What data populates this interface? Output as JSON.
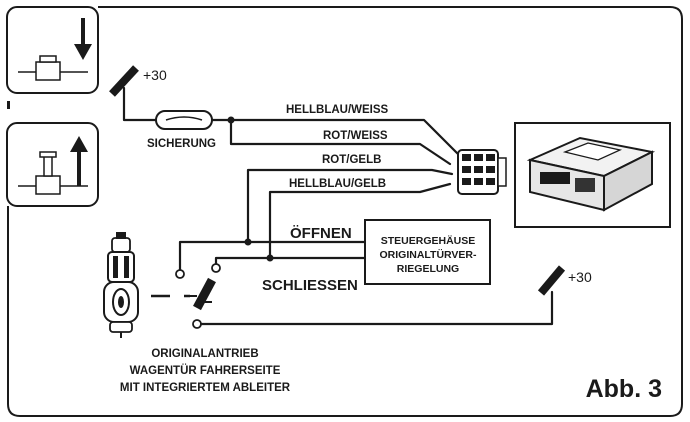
{
  "figure_label": "Abb. 3",
  "wires": {
    "w1": "HELLBLAU/WEISS",
    "w2": "ROT/WEISS",
    "w3": "ROT/GELB",
    "w4": "HELLBLAU/GELB"
  },
  "fuse_label": "SICHERUNG",
  "supply_top": "+30",
  "supply_right": "+30",
  "open_label": "ÖFFNEN",
  "close_label": "SCHLIESSEN",
  "control_box": {
    "line1": "STEUERGEHÄUSE",
    "line2": "ORIGINALTÜRVER-",
    "line3": "RIEGELUNG"
  },
  "actuator_caption": {
    "line1": "ORIGINALANTRIEB",
    "line2": "WAGENTÜR FAHRERSEITE",
    "line3": "MIT INTEGRIERTEM ABLEITER"
  },
  "icons": [
    "lock-down-icon",
    "unlock-up-icon",
    "control-module-icon",
    "door-actuator-icon"
  ]
}
